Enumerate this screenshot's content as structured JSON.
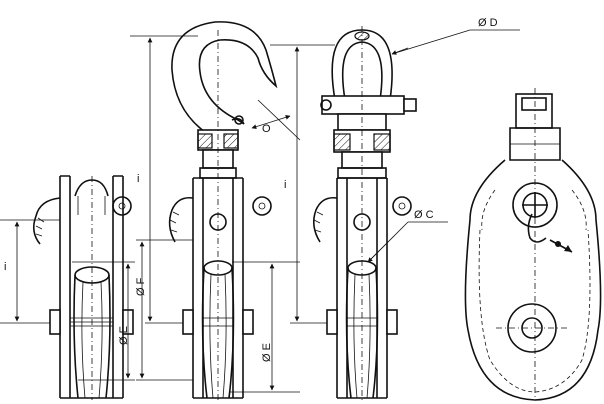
{
  "labels": {
    "od": "Ø D",
    "oc": "Ø C",
    "o": "O",
    "i1": "i",
    "i2": "i",
    "i3": "i",
    "of": "Ø F",
    "oe1": "Ø E",
    "oe2": "Ø E"
  }
}
